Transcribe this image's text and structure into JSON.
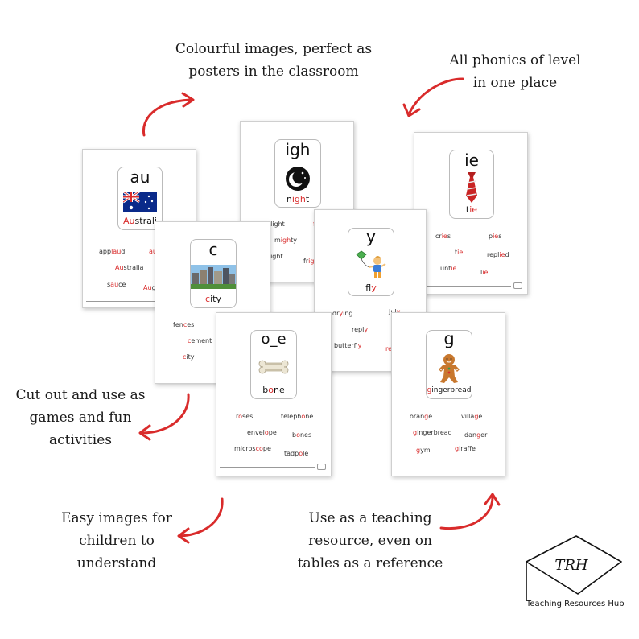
{
  "callouts": {
    "posters": [
      "Colourful images, perfect as",
      "posters in the classroom"
    ],
    "phonics": [
      "All phonics of level",
      "in one place"
    ],
    "games": [
      "Cut out and use as",
      "games and fun",
      "activities"
    ],
    "easy": [
      "Easy images for",
      "children to",
      "understand"
    ],
    "resource": [
      "Use as a teaching",
      "resource, even on",
      "tables as a reference"
    ]
  },
  "logo": {
    "monogram": "TRH",
    "name": "Teaching Resources Hub"
  },
  "colors": {
    "accent": "#d92b2b",
    "text": "#1a1a1a"
  },
  "cards": {
    "au": {
      "grapheme": "au",
      "picture": "australia-flag-icon",
      "keyword": {
        "pre": "",
        "hi": "Au",
        "post": "strali"
      },
      "words": [
        {
          "pre": "app",
          "hi": "lau",
          "post": "d"
        },
        {
          "pre": "",
          "hi": "au",
          "post": ""
        },
        {
          "pre": "",
          "hi": "Au",
          "post": "stralia"
        },
        {
          "pre": "s",
          "hi": "au",
          "post": "ce"
        },
        {
          "pre": "",
          "hi": "Au",
          "post": "g"
        }
      ]
    },
    "igh": {
      "grapheme": "igh",
      "picture": "moon-icon",
      "keyword": {
        "pre": "n",
        "hi": "igh",
        "post": "t"
      },
      "words": [
        {
          "pre": "",
          "hi": "n",
          "post": "light"
        },
        {
          "pre": "",
          "hi": "f",
          "post": ""
        },
        {
          "pre": "m",
          "hi": "igh",
          "post": "ty"
        },
        {
          "pre": "",
          "hi": "n",
          "post": "ight"
        },
        {
          "pre": "fr",
          "hi": "igh",
          "post": ""
        }
      ]
    },
    "ie": {
      "grapheme": "ie",
      "picture": "tie-icon",
      "keyword": {
        "pre": "t",
        "hi": "ie",
        "post": ""
      },
      "words": [
        {
          "pre": "cr",
          "hi": "ie",
          "post": "s"
        },
        {
          "pre": "p",
          "hi": "ie",
          "post": "s"
        },
        {
          "pre": "t",
          "hi": "ie",
          "post": ""
        },
        {
          "pre": "repl",
          "hi": "ie",
          "post": "d"
        },
        {
          "pre": "unt",
          "hi": "ie",
          "post": ""
        },
        {
          "pre": "l",
          "hi": "ie",
          "post": ""
        }
      ]
    },
    "c": {
      "grapheme": "c",
      "picture": "city-icon",
      "keyword": {
        "pre": "",
        "hi": "c",
        "post": "ity"
      },
      "words": [
        {
          "pre": "fen",
          "hi": "c",
          "post": "es"
        },
        {
          "pre": "",
          "hi": "c",
          "post": "ement"
        },
        {
          "pre": "",
          "hi": "c",
          "post": "ity"
        }
      ]
    },
    "y": {
      "grapheme": "y",
      "picture": "kite-icon",
      "keyword": {
        "pre": "fl",
        "hi": "y",
        "post": ""
      },
      "words": [
        {
          "pre": "dr",
          "hi": "y",
          "post": "ing"
        },
        {
          "pre": "Jul",
          "hi": "y",
          "post": ""
        },
        {
          "pre": "repl",
          "hi": "y",
          "post": ""
        },
        {
          "pre": "butterfl",
          "hi": "y",
          "post": ""
        },
        {
          "pre": "",
          "hi": "recy",
          "post": "cl"
        }
      ]
    },
    "oe": {
      "grapheme": "o_e",
      "picture": "bone-icon",
      "keyword": {
        "pre": "b",
        "hi": "o",
        "post": "ne"
      },
      "words": [
        {
          "pre": "r",
          "hi": "o",
          "post": "ses"
        },
        {
          "pre": "teleph",
          "hi": "o",
          "post": "ne"
        },
        {
          "pre": "envel",
          "hi": "o",
          "post": "pe"
        },
        {
          "pre": "b",
          "hi": "o",
          "post": "nes"
        },
        {
          "pre": "micros",
          "hi": "co",
          "post": "pe"
        },
        {
          "pre": "tadp",
          "hi": "o",
          "post": "le"
        }
      ]
    },
    "g": {
      "grapheme": "g",
      "picture": "gingerbread-icon",
      "keyword": {
        "pre": "",
        "hi": "g",
        "post": "ingerbread"
      },
      "words": [
        {
          "pre": "oran",
          "hi": "g",
          "post": "e"
        },
        {
          "pre": "villa",
          "hi": "g",
          "post": "e"
        },
        {
          "pre": "",
          "hi": "g",
          "post": "ingerbread"
        },
        {
          "pre": "dan",
          "hi": "g",
          "post": "er"
        },
        {
          "pre": "",
          "hi": "g",
          "post": "ym"
        },
        {
          "pre": "",
          "hi": "g",
          "post": "iraffe"
        }
      ]
    }
  }
}
